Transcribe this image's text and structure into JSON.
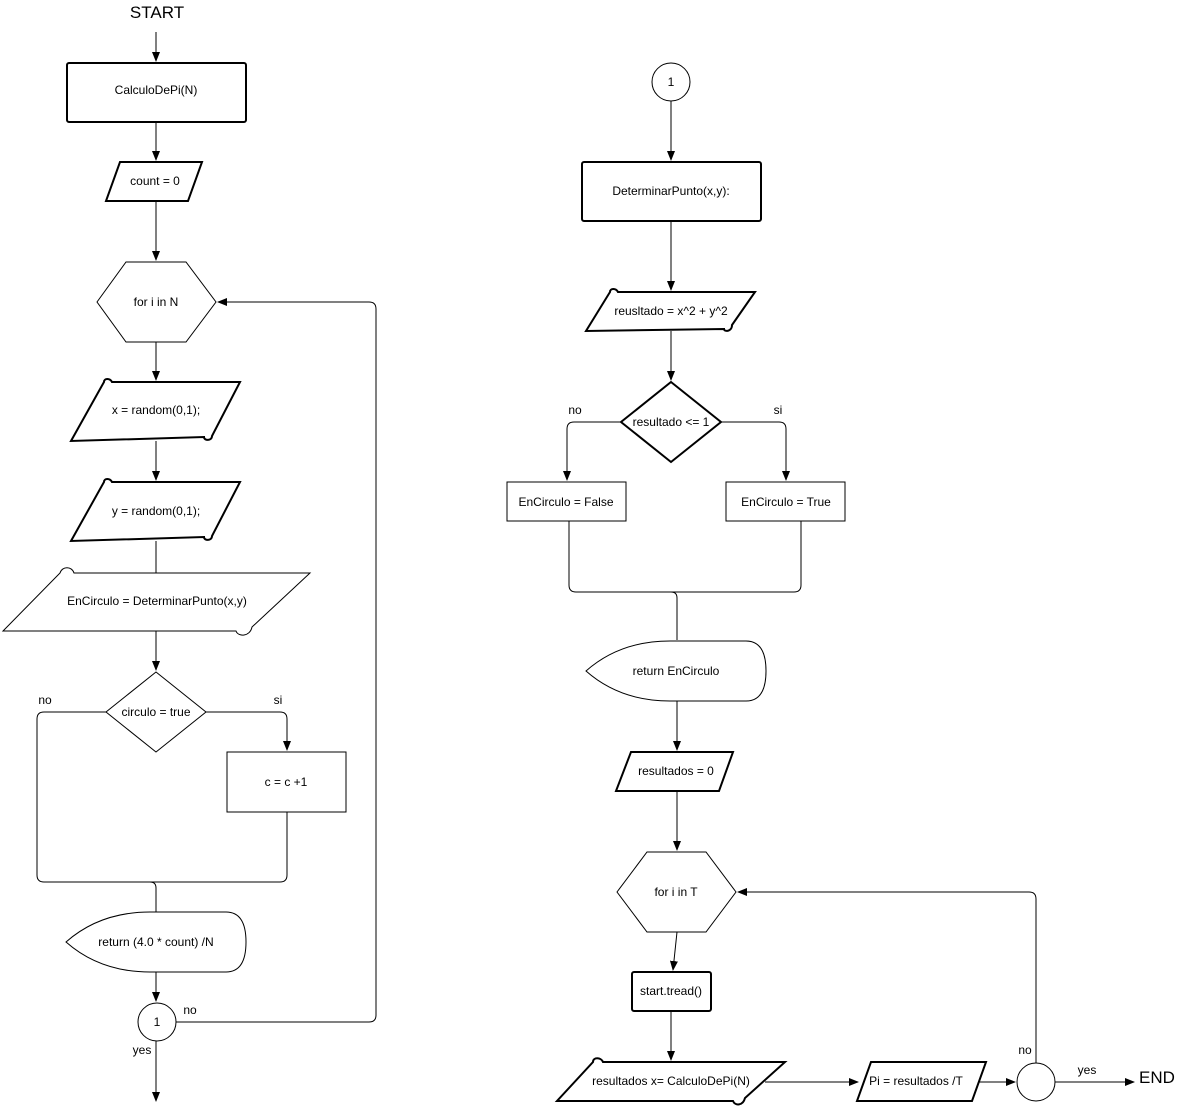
{
  "left": {
    "start": "START",
    "calculo": "CalculoDePi(N)",
    "count_init": "count = 0",
    "loop": "for i in N",
    "x_assign": "x =  random(0,1);",
    "y_assign": "y =  random(0,1);",
    "encirculo_call": "EnCirculo = DeterminarPunto(x,y)",
    "decision": "circulo = true",
    "no_label": "no",
    "si_label": "si",
    "increment": "c = c +1",
    "return_stmt": "return (4.0 * count) /N",
    "connector": "1",
    "loop_no_label": "no",
    "yes_label": "yes"
  },
  "right": {
    "connector": "1",
    "determinar": "DeterminarPunto(x,y):",
    "resultado_calc": "reusltado = x^2 + y^2",
    "decision": "resultado <= 1",
    "no_label": "no",
    "si_label": "si",
    "false_box": "EnCirculo = False",
    "true_box": "EnCirculo = True",
    "return_stmt": "return EnCirculo",
    "resultados_init": "resultados = 0",
    "loop": "for i in T",
    "thread": "start.tread()",
    "resultados_x": "resultados x= CalculoDePi(N)",
    "pi_calc": "Pi = resultados /T",
    "loop_no_label": "no",
    "yes_label": "yes",
    "end": "END"
  }
}
